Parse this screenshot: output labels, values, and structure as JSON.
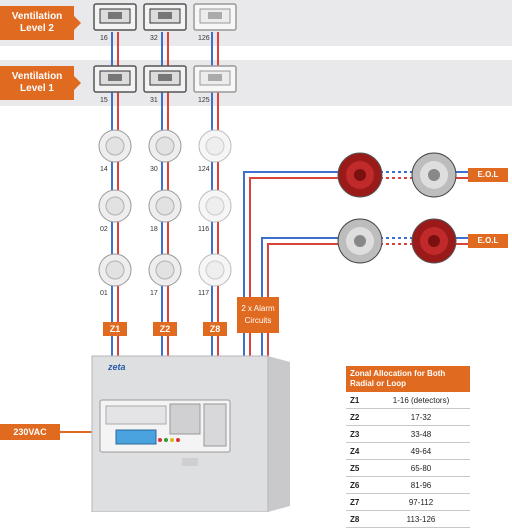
{
  "levels": [
    {
      "label": "Ventilation Level 2",
      "devices": [
        "16",
        "32",
        "126"
      ]
    },
    {
      "label": "Ventilation Level 1",
      "devices": [
        "15",
        "31",
        "125"
      ]
    }
  ],
  "detectors": {
    "col1": [
      "14",
      "02",
      "01"
    ],
    "col2": [
      "30",
      "18",
      "17"
    ],
    "col3": [
      "124",
      "116",
      "117"
    ]
  },
  "zones": [
    "Z1",
    "Z2",
    "Z8"
  ],
  "alarm_circuits_label": "2 x Alarm Circuits",
  "eol_label": "E.O.L",
  "supply_label": "230VAC",
  "panel_brand": "zeta",
  "table": {
    "title": "Zonal Allocation for Both Radial or Loop",
    "rows": [
      {
        "zone": "Z1",
        "range": "1-16 (detectors)"
      },
      {
        "zone": "Z2",
        "range": "17-32"
      },
      {
        "zone": "Z3",
        "range": "33-48"
      },
      {
        "zone": "Z4",
        "range": "49-64"
      },
      {
        "zone": "Z5",
        "range": "65-80"
      },
      {
        "zone": "Z6",
        "range": "81-96"
      },
      {
        "zone": "Z7",
        "range": "97-112"
      },
      {
        "zone": "Z8",
        "range": "113-126"
      }
    ]
  },
  "colors": {
    "accent": "#e06a1f",
    "wire_red": "#d9443a",
    "wire_blue": "#3d6fd0",
    "band": "#e9e9eb"
  }
}
